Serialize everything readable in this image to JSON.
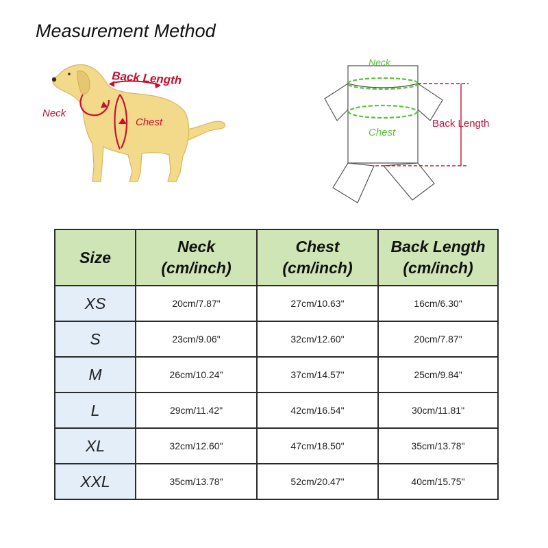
{
  "title": "Measurement Method",
  "dog_diagram": {
    "back_length_label": "Back Length",
    "neck_label": "Neck",
    "chest_label": "Chest"
  },
  "shirt_diagram": {
    "neck_label": "Neck",
    "chest_label": "Chest",
    "back_length_label": "Back Length"
  },
  "table": {
    "headers": [
      {
        "line1": "Size",
        "line2": ""
      },
      {
        "line1": "Neck",
        "line2": "(cm/inch)"
      },
      {
        "line1": "Chest",
        "line2": "(cm/inch)"
      },
      {
        "line1": "Back Length",
        "line2": "(cm/inch)"
      }
    ],
    "rows": [
      {
        "size": "XS",
        "neck": "20cm/7.87\"",
        "chest": "27cm/10.63\"",
        "back": "16cm/6.30\""
      },
      {
        "size": "S",
        "neck": "23cm/9.06\"",
        "chest": "32cm/12.60\"",
        "back": "20cm/7.87\""
      },
      {
        "size": "M",
        "neck": "26cm/10.24\"",
        "chest": "37cm/14.57\"",
        "back": "25cm/9.84\""
      },
      {
        "size": "L",
        "neck": "29cm/11.42\"",
        "chest": "42cm/16.54\"",
        "back": "30cm/11.81\""
      },
      {
        "size": "XL",
        "neck": "32cm/12.60\"",
        "chest": "47cm/18.50\"",
        "back": "35cm/13.78\""
      },
      {
        "size": "XXL",
        "neck": "35cm/13.78\"",
        "chest": "52cm/20.47\"",
        "back": "40cm/15.75\""
      }
    ]
  }
}
